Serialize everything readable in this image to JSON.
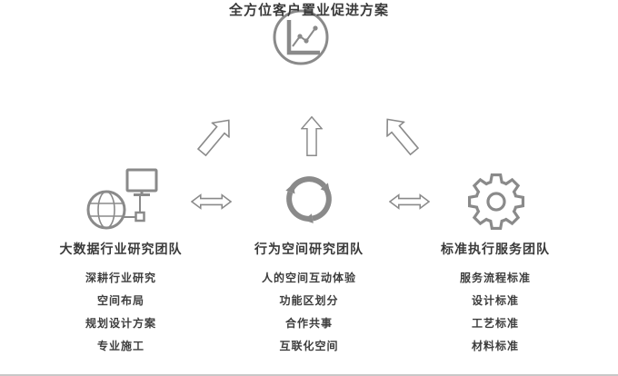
{
  "title": "全方位客户置业促进方案",
  "colors": {
    "icon_gray": "#8a8a8a",
    "text_dark": "#3a3a3a"
  },
  "icons": {
    "top": "line-chart-circle-icon",
    "team_icons": [
      "globe-monitor-network-icon",
      "recycle-arrows-icon",
      "gear-icon"
    ],
    "connectors": [
      "up-right-arrow",
      "up-arrow",
      "up-left-arrow",
      "horizontal-double-arrow",
      "horizontal-double-arrow"
    ]
  },
  "teams": [
    {
      "name": "大数据行业研究团队",
      "items": [
        "深耕行业研究",
        "空间布局",
        "规划设计方案",
        "专业施工"
      ]
    },
    {
      "name": "行为空间研究团队",
      "items": [
        "人的空间互动体验",
        "功能区划分",
        "合作共事",
        "互联化空间"
      ]
    },
    {
      "name": "标准执行服务团队",
      "items": [
        "服务流程标准",
        "设计标准",
        "工艺标准",
        "材料标准"
      ]
    }
  ]
}
